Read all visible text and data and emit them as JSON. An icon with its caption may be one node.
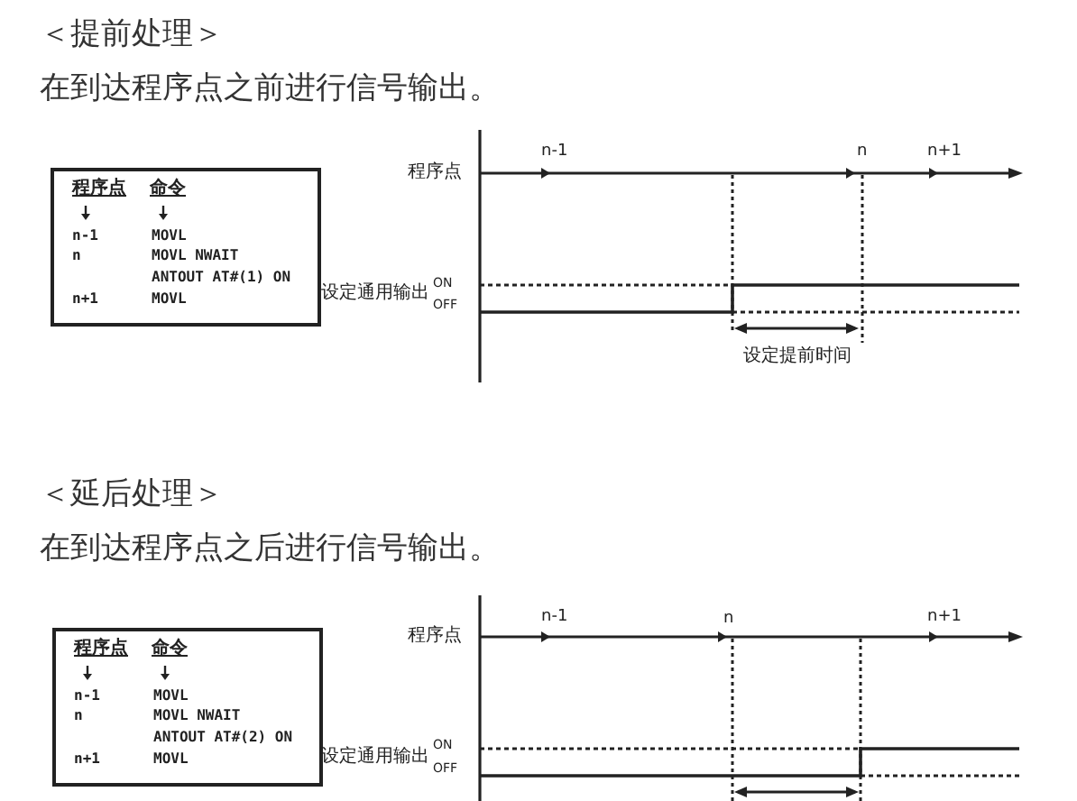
{
  "diagram": {
    "nodes": [
      {
        "text": [
          "程序点",
          "命令",
          "n-1",
          "MOVL",
          "n",
          "MOVL NWAIT",
          "ANTOUT AT#(1) ON",
          "n+1",
          "MOVL"
        ]
      },
      {
        "text": [
          "程序点",
          "命令",
          "n-1",
          "MOVL",
          "n",
          "MOVL NWAIT",
          "ANTOUT AT#(2) ON",
          "n+1",
          "MOVL"
        ]
      }
    ],
    "labels": [
      "＜提前处理＞",
      "在到达程序点之前进行信号输出。",
      "程序点",
      "n-1",
      "n",
      "n+1",
      "设定通用输出",
      "ON",
      "OFF",
      "设定提前时间",
      "＜延后处理＞",
      "在到达程序点之后进行信号输出。",
      "程序点",
      "n-1",
      "n",
      "n+1",
      "设定通用输出",
      "ON",
      "OFF"
    ]
  }
}
